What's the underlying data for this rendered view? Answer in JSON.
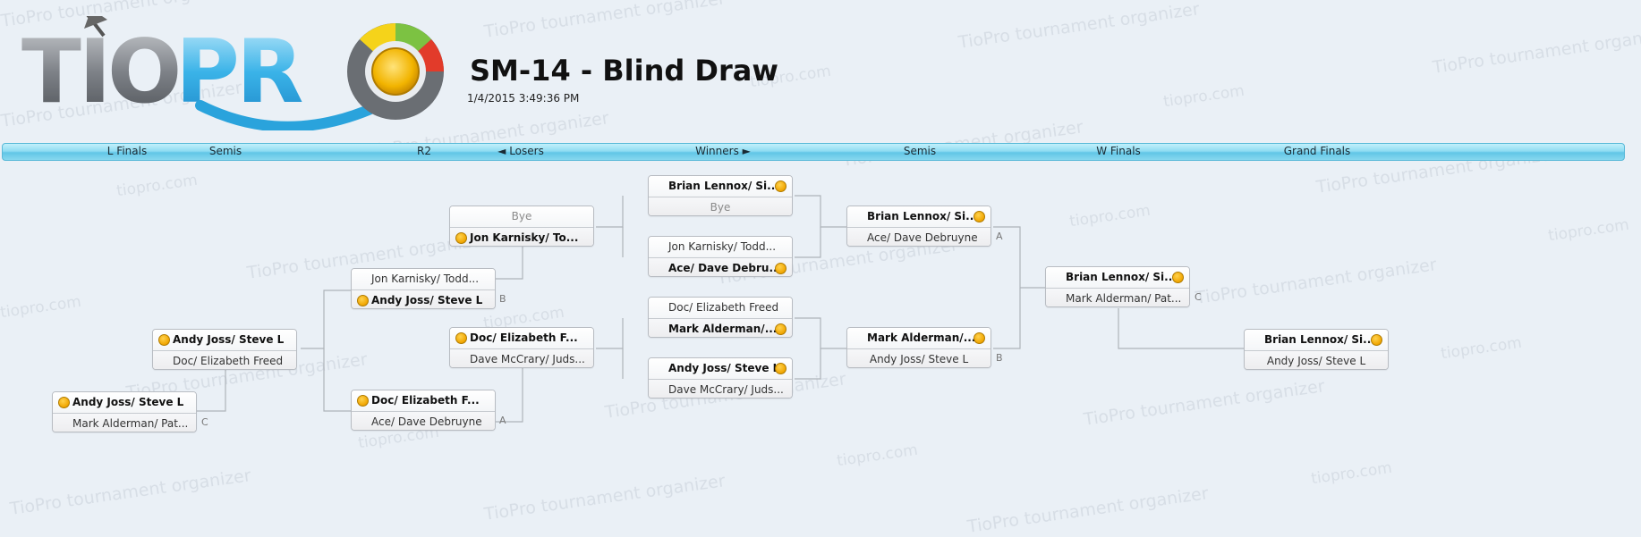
{
  "header": {
    "title": "SM-14 - Blind Draw",
    "datetime": "1/4/2015 3:49:36 PM"
  },
  "logo": {
    "letters": [
      "T",
      "I",
      "O",
      "P",
      "R"
    ]
  },
  "watermark": {
    "text": "TioPro tournament organizer",
    "short": "tiopro.com"
  },
  "rounds": [
    "L Finals",
    "Semis",
    "R2",
    "◄ Losers",
    "Winners ►",
    "Semis",
    "W Finals",
    "Grand Finals"
  ],
  "colors": {
    "winner_dot": "#f0a500",
    "round_bar": "#86d7ee",
    "background": "#eaf0f6"
  },
  "matches": [
    {
      "id": "w1a",
      "top": "Brian Lennox/ Si...",
      "bottom": "Bye",
      "winner": "top"
    },
    {
      "id": "w1b",
      "top": "Jon Karnisky/ Todd...",
      "bottom": "Ace/ Dave Debru...",
      "winner": "bottom"
    },
    {
      "id": "w1c",
      "top": "Doc/ Elizabeth Freed",
      "bottom": "Mark Alderman/...",
      "winner": "bottom"
    },
    {
      "id": "w1d",
      "top": "Andy Joss/ Steve L",
      "bottom": "Dave McCrary/ Juds...",
      "winner": "top"
    },
    {
      "id": "ws1",
      "top": "Brian Lennox/ Si...",
      "bottom": "Ace/ Dave Debruyne",
      "winner": "top",
      "tag": "A"
    },
    {
      "id": "ws2",
      "top": "Mark Alderman/...",
      "bottom": "Andy Joss/ Steve L",
      "winner": "top",
      "tag": "B"
    },
    {
      "id": "wf",
      "top": "Brian Lennox/ Si...",
      "bottom": "Mark Alderman/ Pat...",
      "winner": "top",
      "tag": "C"
    },
    {
      "id": "gf",
      "top": "Brian Lennox/ Si...",
      "bottom": "Andy Joss/ Steve L",
      "winner": "top"
    },
    {
      "id": "l1a",
      "top": "Bye",
      "bottom": "Jon Karnisky/ To...",
      "winner": "bottom"
    },
    {
      "id": "l1b",
      "top": "Doc/ Elizabeth F...",
      "bottom": "Dave McCrary/ Juds...",
      "winner": "top"
    },
    {
      "id": "l2a",
      "top": "Jon Karnisky/ Todd...",
      "bottom": "Andy Joss/ Steve L",
      "winner": "bottom",
      "tag": "B"
    },
    {
      "id": "l2b",
      "top": "Doc/ Elizabeth F...",
      "bottom": "Ace/ Dave Debruyne",
      "winner": "top",
      "tag": "A"
    },
    {
      "id": "ls",
      "top": "Andy Joss/ Steve L",
      "bottom": "Doc/ Elizabeth Freed",
      "winner": "top"
    },
    {
      "id": "lf",
      "top": "Andy Joss/ Steve L",
      "bottom": "Mark Alderman/ Pat...",
      "winner": "top",
      "tag": "C"
    }
  ]
}
